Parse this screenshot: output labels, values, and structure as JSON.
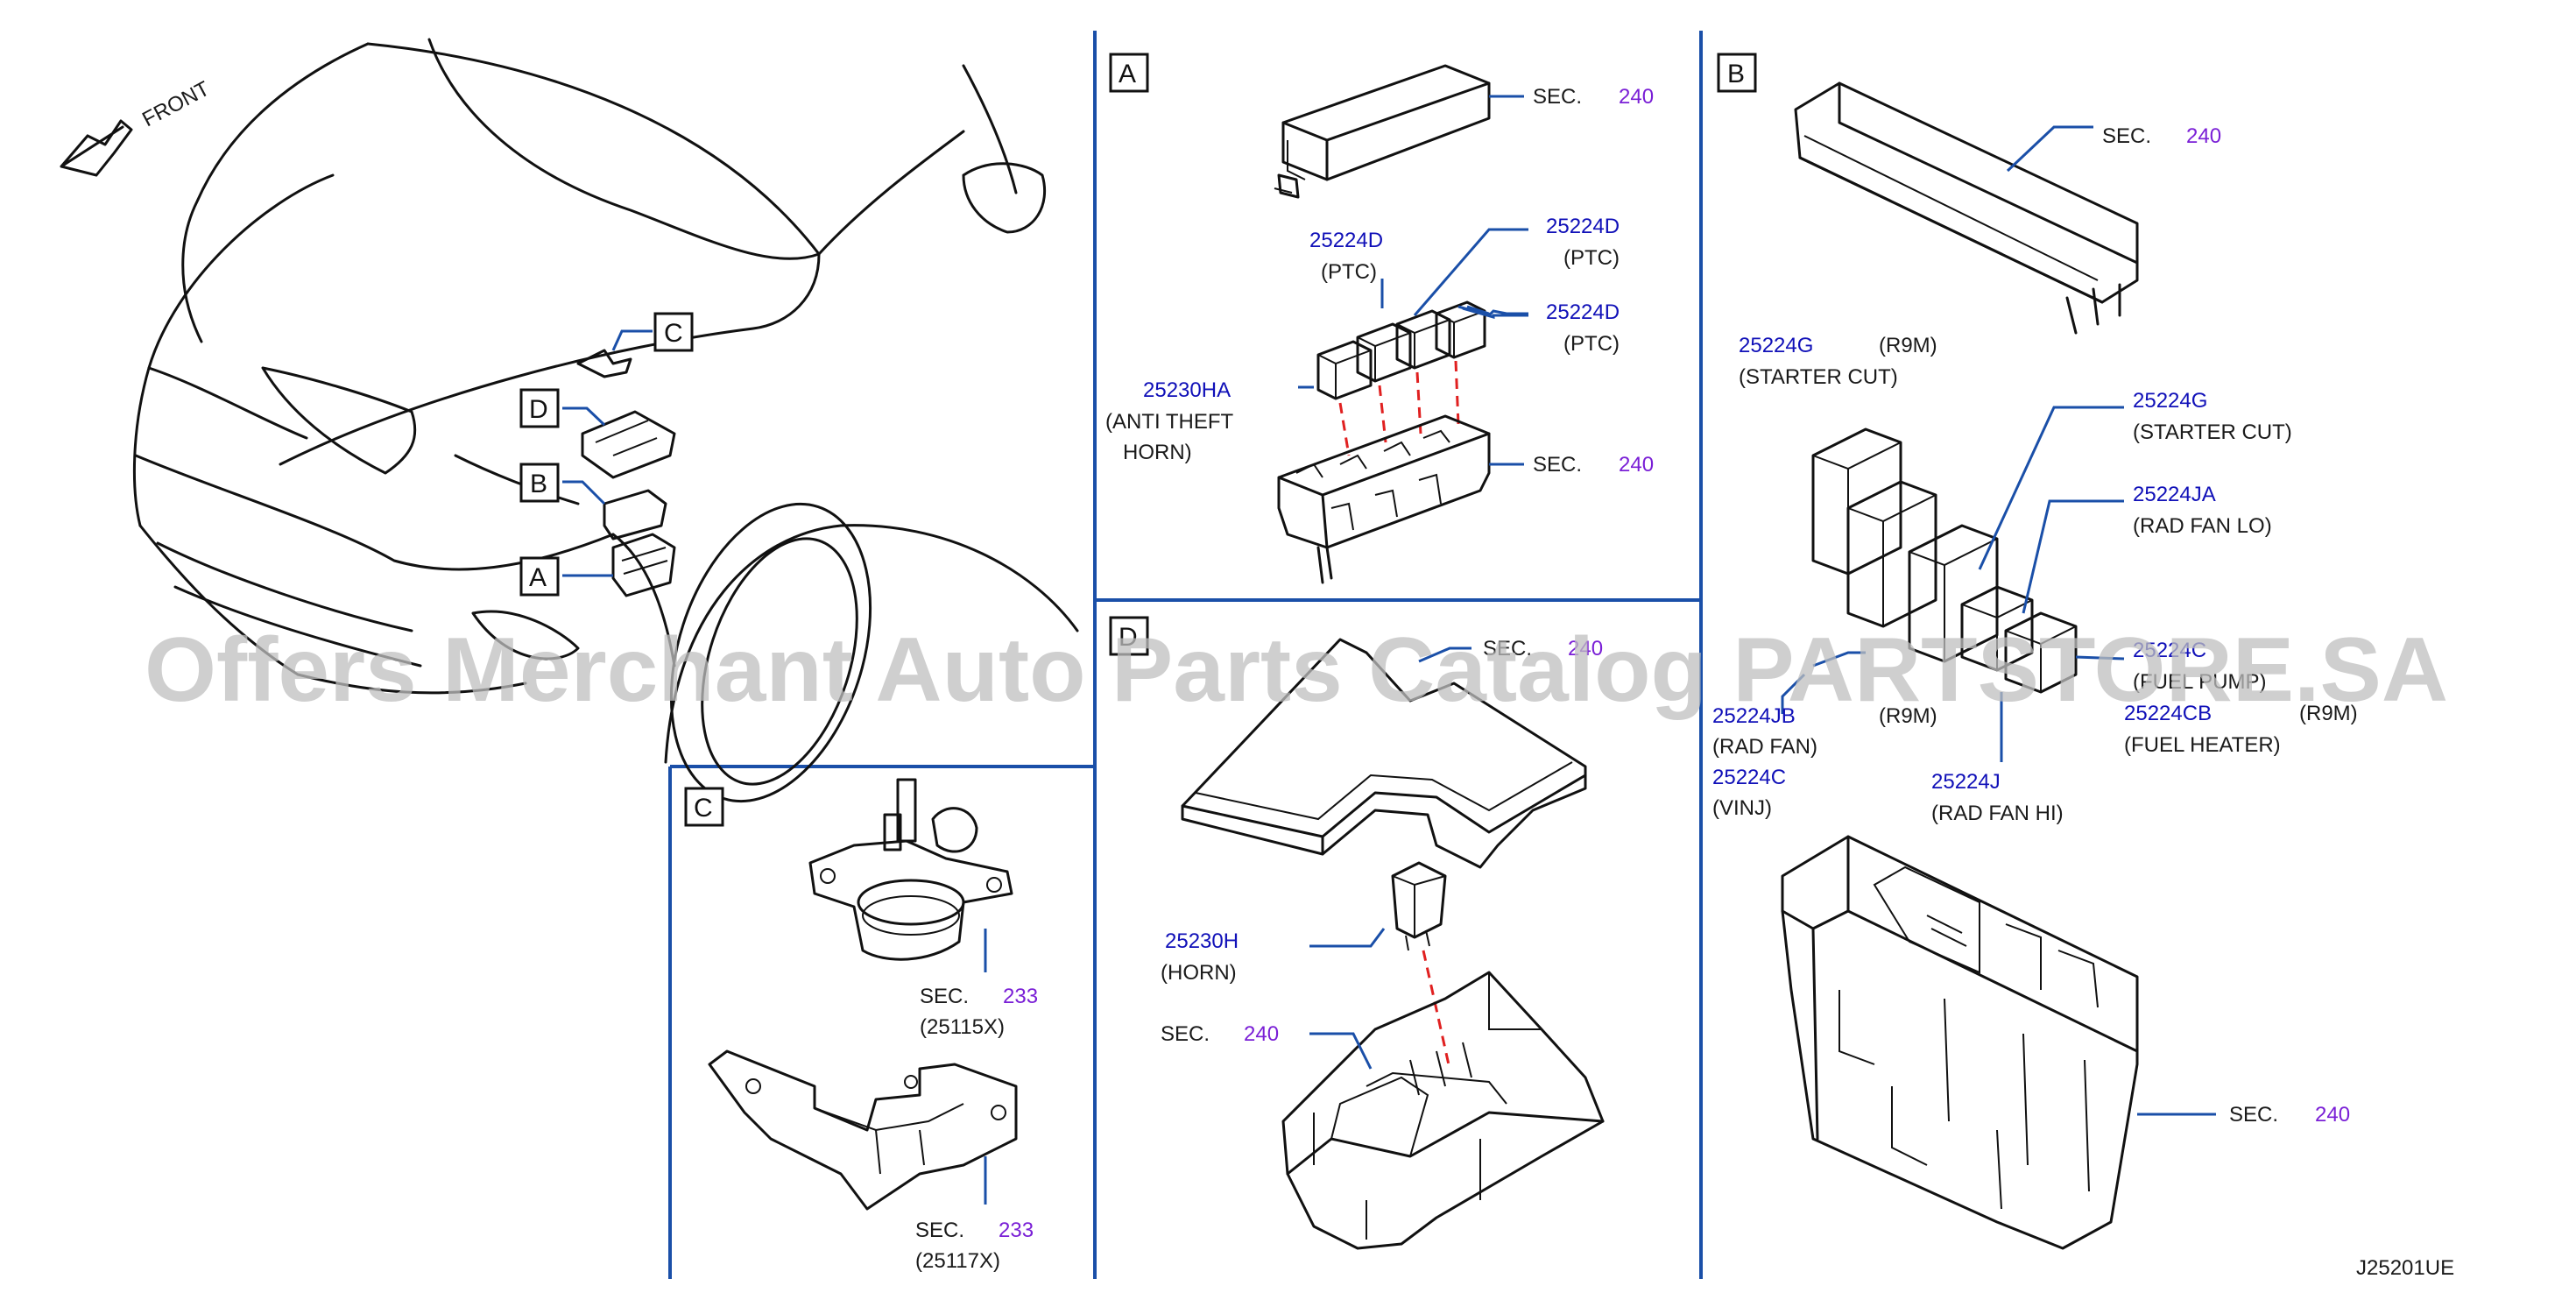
{
  "front_label": "FRONT",
  "watermark": "Offers Merchant Auto Parts Catalog PARTSTORE.SA",
  "drawing_id": "J25201UE",
  "callouts": {
    "A": "A",
    "B": "B",
    "C": "C",
    "D": "D"
  },
  "panel_A": {
    "box": "A",
    "sec_cover": {
      "prefix": "SEC.",
      "num": "240"
    },
    "relay_ptc_1": {
      "pn": "25224D",
      "desc": "(PTC)"
    },
    "relay_ptc_2": {
      "pn": "25224D",
      "desc": "(PTC)"
    },
    "relay_ptc_3": {
      "pn": "25224D",
      "desc": "(PTC)"
    },
    "relay_horn": {
      "pn": "25230HA",
      "desc1": "(ANTI  THEFT",
      "desc2": "HORN)"
    },
    "sec_block": {
      "prefix": "SEC.",
      "num": "240"
    }
  },
  "panel_B": {
    "box": "B",
    "sec_cover": {
      "prefix": "SEC.",
      "num": "240"
    },
    "r1": {
      "pn": "25224G",
      "note": "(R9M)",
      "desc": "(STARTER  CUT)"
    },
    "r2": {
      "pn": "25224G",
      "desc": "(STARTER  CUT)"
    },
    "r3": {
      "pn": "25224JA",
      "desc": "(RAD  FAN  LO)"
    },
    "r4": {
      "pn": "25224C",
      "desc": "(FUEL  PUMP)"
    },
    "r5": {
      "pn": "25224CB",
      "note": "(R9M)",
      "desc": "(FUEL  HEATER)"
    },
    "r6": {
      "pn": "25224JB",
      "note": "(R9M)",
      "desc": "(RAD  FAN)"
    },
    "r7": {
      "pn": "25224C",
      "desc": "(VINJ)"
    },
    "r8": {
      "pn": "25224J",
      "desc": "(RAD  FAN  HI)"
    },
    "sec_box": {
      "prefix": "SEC.",
      "num": "240"
    }
  },
  "panel_C": {
    "box": "C",
    "item1": {
      "prefix": "SEC.",
      "num": "233",
      "desc": "(25115X)"
    },
    "item2": {
      "prefix": "SEC.",
      "num": "233",
      "desc": "(25117X)"
    }
  },
  "panel_D": {
    "box": "D",
    "sec_cover": {
      "prefix": "SEC.",
      "num": "240"
    },
    "relay": {
      "pn": "25230H",
      "desc": "(HORN)"
    },
    "sec_box": {
      "prefix": "SEC.",
      "num": "240"
    }
  }
}
